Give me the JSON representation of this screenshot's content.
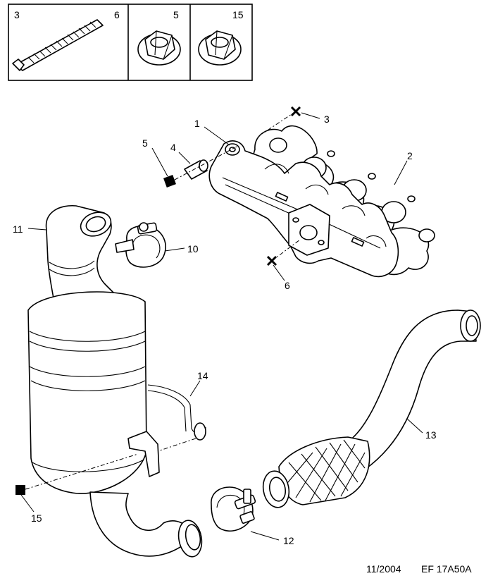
{
  "inset": {
    "cells": [
      {
        "refs": [
          "3",
          "6"
        ],
        "part": "stud"
      },
      {
        "refs": [
          "5"
        ],
        "part": "flange-nut"
      },
      {
        "refs": [
          "15"
        ],
        "part": "flange-nut"
      }
    ]
  },
  "callouts": [
    {
      "id": "c1",
      "label": "1"
    },
    {
      "id": "c2",
      "label": "2"
    },
    {
      "id": "c3",
      "label": "3"
    },
    {
      "id": "c4",
      "label": "4"
    },
    {
      "id": "c5",
      "label": "5"
    },
    {
      "id": "c6",
      "label": "6"
    },
    {
      "id": "c10",
      "label": "10"
    },
    {
      "id": "c11",
      "label": "11"
    },
    {
      "id": "c12",
      "label": "12"
    },
    {
      "id": "c13",
      "label": "13"
    },
    {
      "id": "c14",
      "label": "14"
    },
    {
      "id": "c15",
      "label": "15"
    }
  ],
  "footer": {
    "date": "11/2004",
    "reference": "EF 17A50A"
  }
}
